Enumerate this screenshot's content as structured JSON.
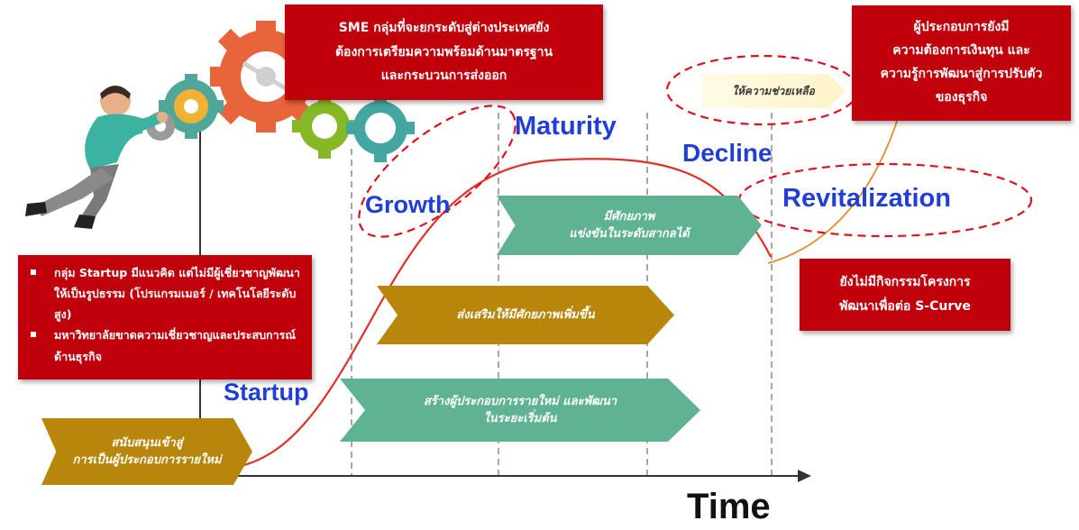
{
  "stages": {
    "startup": "Startup",
    "growth": "Growth",
    "maturity": "Maturity",
    "decline": "Decline",
    "revitalization": "Revitalization"
  },
  "axis": {
    "x_label": "Time"
  },
  "boxes": {
    "sme_export": [
      "SME กลุ่มที่จะยกระดับสู่ต่างประเทศยัง",
      "ต้องการเตรียมความพร้อมด้านมาตรฐาน",
      "และกระบวนการส่งออก"
    ],
    "capital_need": [
      "ผู้ประกอบการยังมี",
      "ความต้องการเงินทุน และ",
      "ความรู้การพัฒนาสู่การปรับตัว",
      "ของธุรกิจ"
    ],
    "no_activity": [
      "ยังไม่มีกิจกรรมโครงการ",
      "พัฒนาเพื่อต่อ S-Curve"
    ]
  },
  "startup_issues": [
    "กลุ่ม Startup มีแนวคิด แต่ไม่มีผู้เชี่ยวชาญพัฒนาให้เป็นรูปธรรม (โปรแกรมเมอร์ / เทคโนโลยีระดับสูง)",
    "มหาวิทยาลัยขาดความเชี่ยวชาญและประสบการณ์ด้านธุรกิจ"
  ],
  "arrows": {
    "support_entry": [
      "สนับสนุนเข้าสู่",
      "การเป็นผู้ประกอบการรายใหม่"
    ],
    "create_new": [
      "สร้างผู้ประกอบการรายใหม่ และพัฒนา",
      "ในระยะเริ่มต้น"
    ],
    "boost_potential": [
      "ส่งเสริมให้มีศักยภาพเพิ่มขึ้น"
    ],
    "intl_compete": [
      "มีศักยภาพ",
      "แข่งขันในระดับสากลได้"
    ]
  },
  "help_label": "ให้ความช่วยเหลือ",
  "colors": {
    "red": "#c0000b",
    "teal": "#5fb392",
    "gold": "#b8860b",
    "stage_blue": "#1f3fd6",
    "curve": "#e0302a"
  }
}
